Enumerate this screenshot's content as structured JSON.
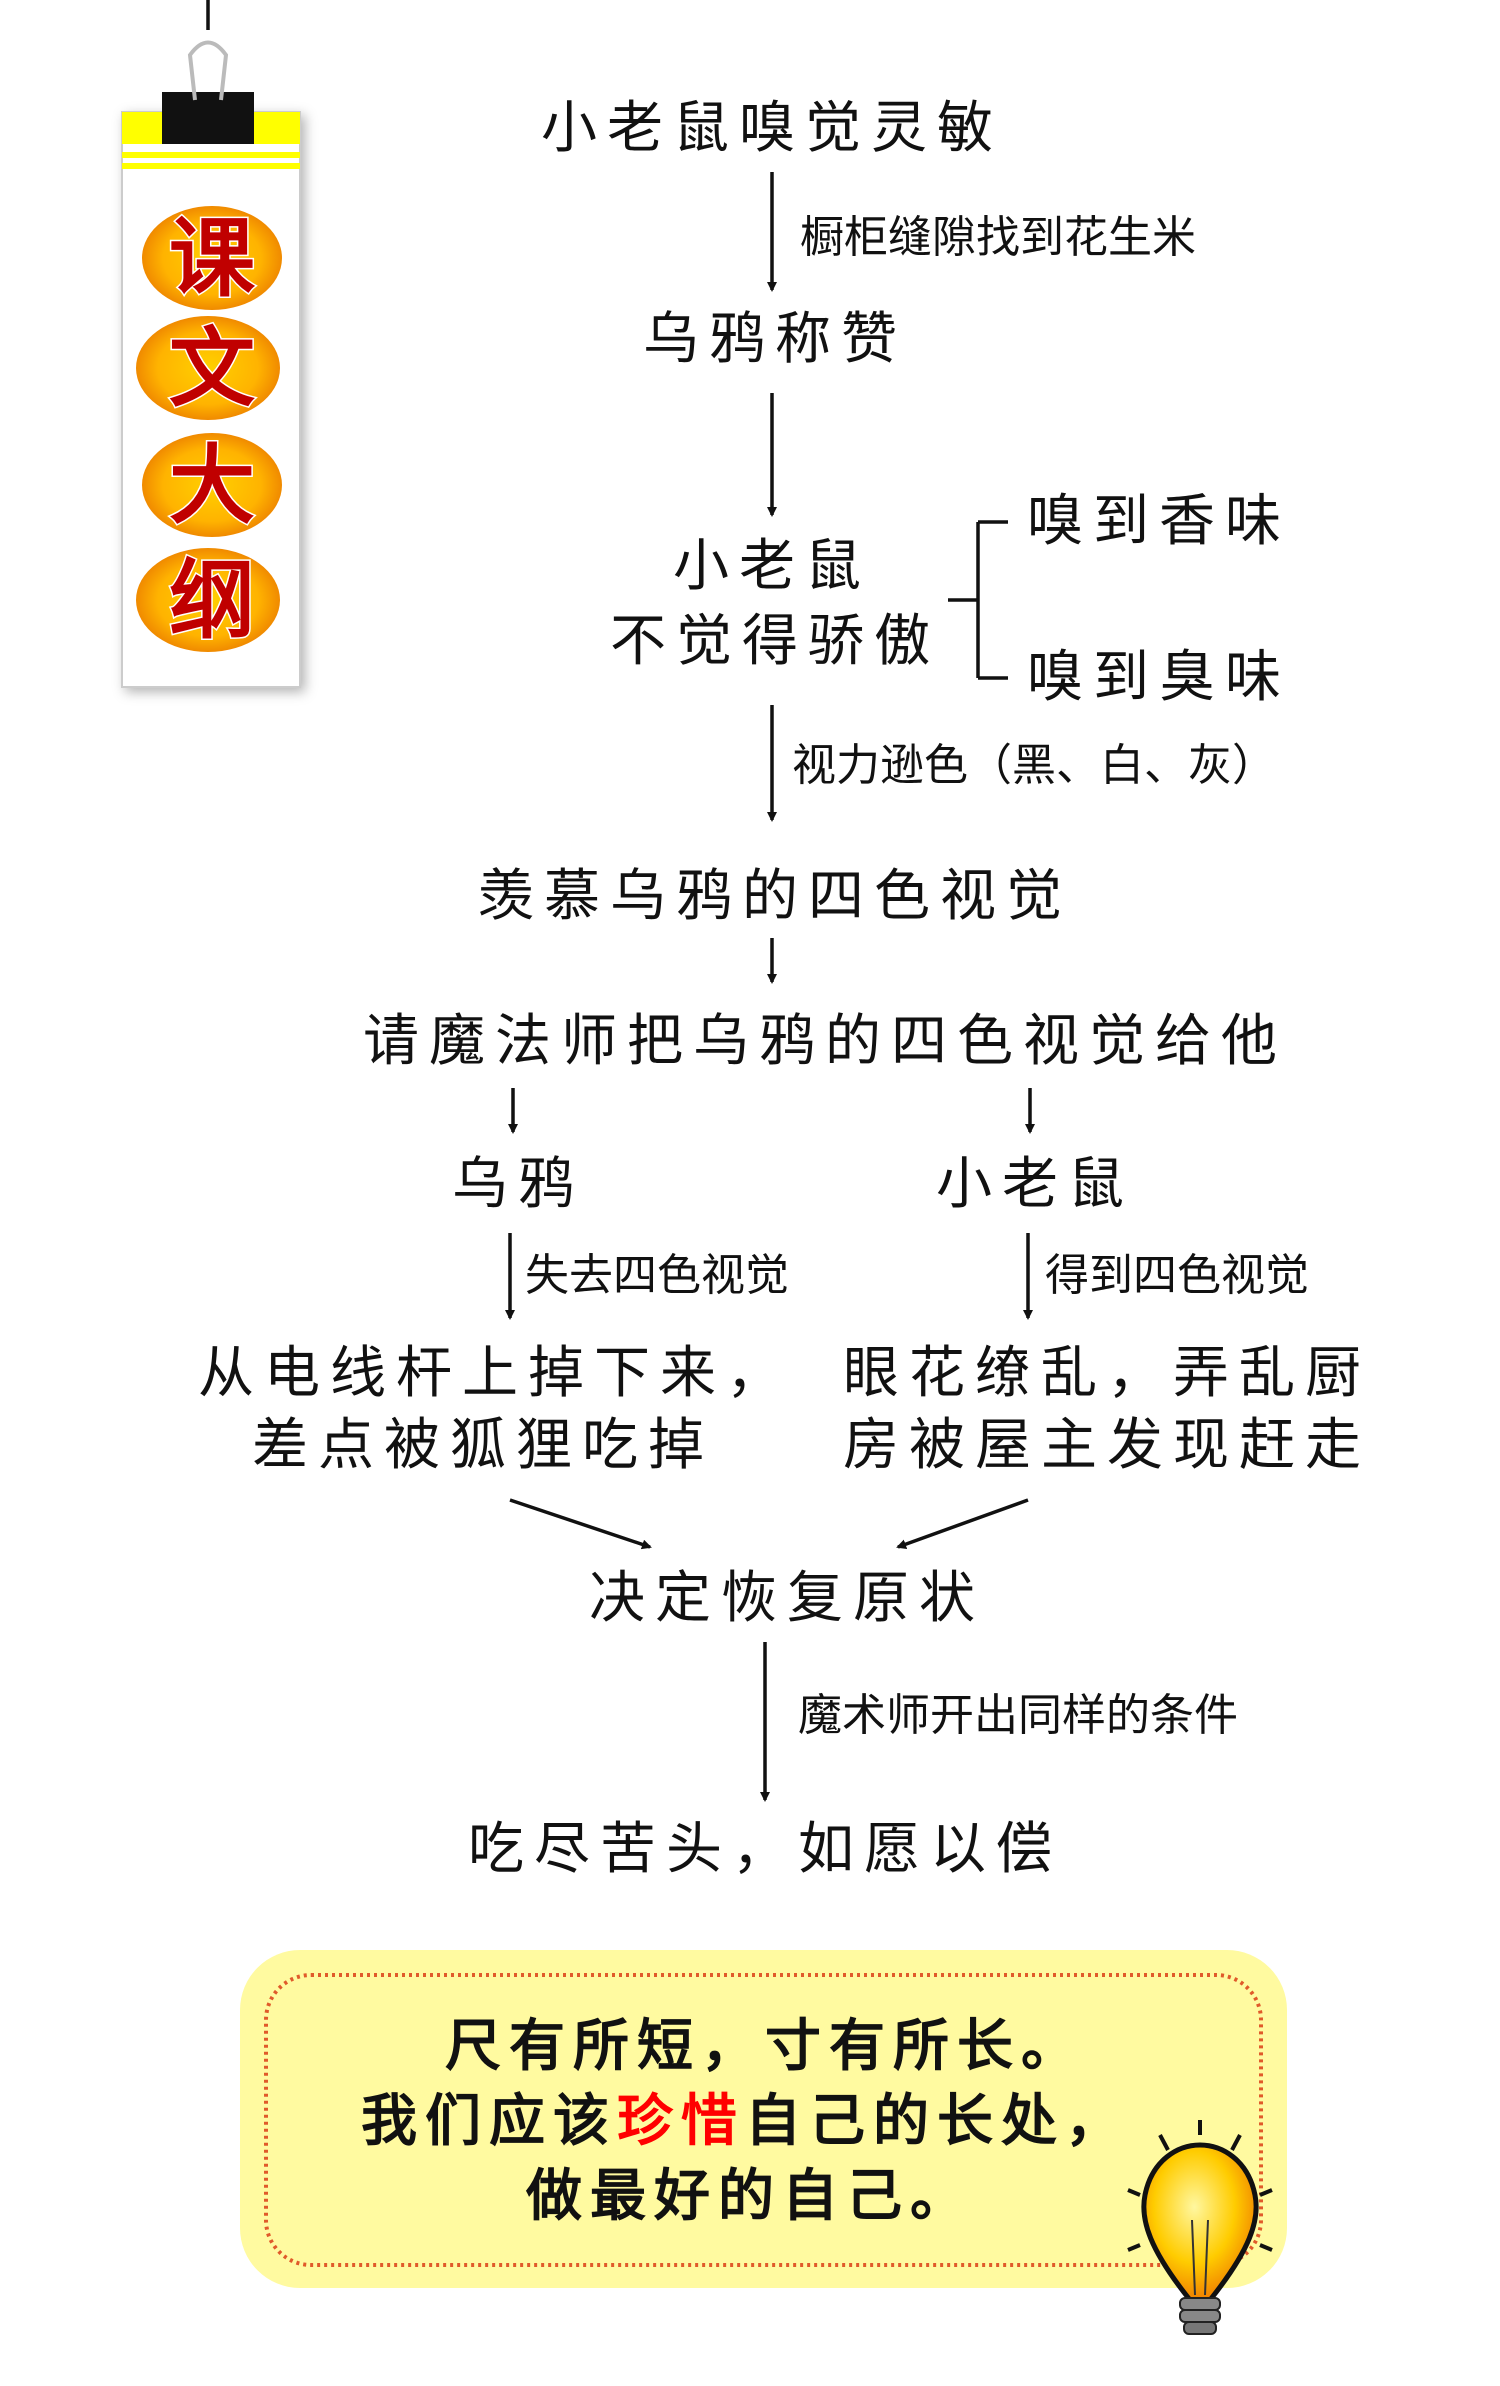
{
  "tag": {
    "chars": [
      "课",
      "文",
      "大",
      "纲"
    ]
  },
  "nodes": {
    "n1": "小老鼠嗅觉灵敏",
    "n2": "乌鸦称赞",
    "n3a": "小老鼠",
    "n3b": "不觉得骄傲",
    "n3_branch1": "嗅到香味",
    "n3_branch2": "嗅到臭味",
    "n4": "羡慕乌鸦的四色视觉",
    "n5": "请魔法师把乌鸦的四色视觉给他",
    "left_head": "乌鸦",
    "right_head": "小老鼠",
    "left_result_1": "从电线杆上掉下来，",
    "left_result_2": "差点被狐狸吃掉",
    "right_result_1": "眼花缭乱，弄乱厨",
    "right_result_2": "房被屋主发现赶走",
    "n6": "决定恢复原状",
    "n7": "吃尽苦头，如愿以偿"
  },
  "edges": {
    "e1": "橱柜缝隙找到花生米",
    "e3": "视力逊色（黑、白、灰）",
    "left": "失去四色视觉",
    "right": "得到四色视觉",
    "e6": "魔术师开出同样的条件"
  },
  "moral": {
    "line1": "尺有所短，寸有所长。",
    "line2_pre": "我们应该",
    "line2_highlight": "珍惜",
    "line2_post": "自己的长处，",
    "line3": "做最好的自己。"
  },
  "colors": {
    "highlight": "#ff0000",
    "box": "#fffaa0",
    "dots": "#e05a2a",
    "tag_text": "#c00000"
  }
}
